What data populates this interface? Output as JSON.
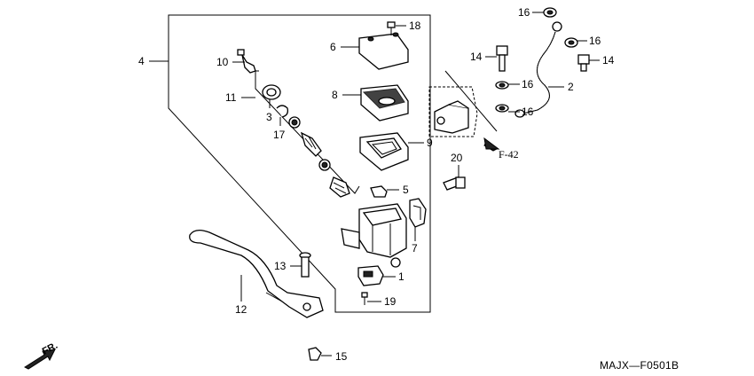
{
  "parts": [
    {
      "id": "p1",
      "label": "1"
    },
    {
      "id": "p2",
      "label": "2"
    },
    {
      "id": "p3",
      "label": "3"
    },
    {
      "id": "p4",
      "label": "4"
    },
    {
      "id": "p5",
      "label": "5"
    },
    {
      "id": "p6",
      "label": "6"
    },
    {
      "id": "p7",
      "label": "7"
    },
    {
      "id": "p8",
      "label": "8"
    },
    {
      "id": "p9",
      "label": "9"
    },
    {
      "id": "p10",
      "label": "10"
    },
    {
      "id": "p11",
      "label": "11"
    },
    {
      "id": "p12",
      "label": "12"
    },
    {
      "id": "p13",
      "label": "13"
    },
    {
      "id": "p14a",
      "label": "14"
    },
    {
      "id": "p14b",
      "label": "14"
    },
    {
      "id": "p15",
      "label": "15"
    },
    {
      "id": "p16a",
      "label": "16"
    },
    {
      "id": "p16b",
      "label": "16"
    },
    {
      "id": "p16c",
      "label": "16"
    },
    {
      "id": "p16d",
      "label": "16"
    },
    {
      "id": "p17",
      "label": "17"
    },
    {
      "id": "p18",
      "label": "18"
    },
    {
      "id": "p19",
      "label": "19"
    },
    {
      "id": "p20",
      "label": "20"
    }
  ],
  "reference": "F-42",
  "front_marker": "FR.",
  "diagram_code": "MAJX—F0501B"
}
